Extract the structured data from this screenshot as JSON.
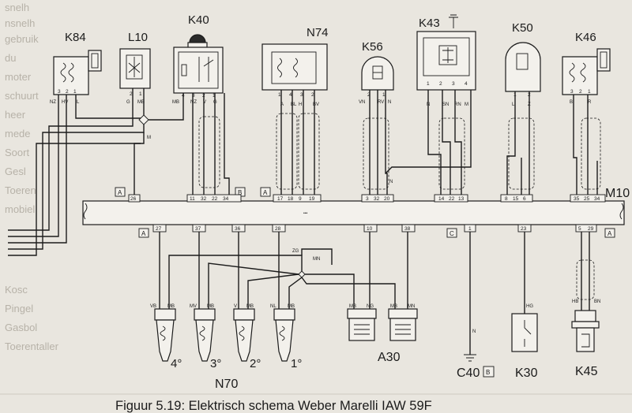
{
  "caption": "Figuur 5.19: Elektrisch schema Weber Marelli IAW 59F",
  "ecu": {
    "label": "M10",
    "top_pins": [
      "26",
      "11",
      "32",
      "22",
      "34",
      "17",
      "18",
      "9",
      "19",
      "3",
      "32",
      "20",
      "14",
      "22",
      "13",
      "8",
      "15",
      "6",
      "35",
      "25",
      "34"
    ],
    "bottom_pins": [
      "27",
      "37",
      "36",
      "28",
      "10",
      "38",
      "1",
      "23",
      "5",
      "29"
    ],
    "connector_letters": [
      "A",
      "B",
      "A",
      "A",
      "C",
      "A"
    ]
  },
  "components": {
    "k84": {
      "label": "K84",
      "pins": [
        "3",
        "2",
        "1"
      ],
      "wires": [
        "NZ",
        "HV",
        "L"
      ]
    },
    "l10": {
      "label": "L10",
      "pins": [
        "2",
        "1"
      ],
      "wires": [
        "G",
        "MB"
      ]
    },
    "k40": {
      "label": "K40",
      "pins": [
        "4",
        "3",
        "2",
        "1"
      ],
      "wires": [
        "MB",
        "NZ",
        "V",
        "G"
      ]
    },
    "n74": {
      "label": "N74",
      "pins": [
        "1",
        "4",
        "3",
        "2"
      ],
      "wires": [
        "A",
        "BL",
        "H",
        "BV"
      ]
    },
    "k56": {
      "label": "K56",
      "pins": [
        "2",
        "1"
      ],
      "wires": [
        "VN",
        "RV",
        "N"
      ]
    },
    "k43": {
      "label": "K43",
      "pins": [
        "1",
        "2",
        "3",
        "4"
      ],
      "wires": [
        "N",
        "SN",
        "RN",
        "M"
      ]
    },
    "k50": {
      "label": "K50",
      "pins": [
        "1",
        "2"
      ],
      "wires": [
        "L",
        "Z"
      ]
    },
    "k46": {
      "label": "K46",
      "pins": [
        "3",
        "2",
        "1"
      ],
      "wires": [
        "B",
        "R"
      ]
    },
    "n70": {
      "label": "N70",
      "injectors": [
        {
          "cyl": "4°",
          "wires": [
            "VB",
            "MB"
          ]
        },
        {
          "cyl": "3°",
          "wires": [
            "MV",
            "MB"
          ]
        },
        {
          "cyl": "2°",
          "wires": [
            "V",
            "MB"
          ]
        },
        {
          "cyl": "1°",
          "wires": [
            "NL",
            "MB"
          ]
        }
      ]
    },
    "a30": {
      "label": "A30",
      "wires": [
        "MB",
        "NG",
        "MB",
        "MN"
      ]
    },
    "c40": {
      "label": "C40",
      "connector": "B",
      "wire": "N"
    },
    "k30": {
      "label": "K30",
      "wire": "HG"
    },
    "k45": {
      "label": "K45",
      "wires": [
        "HB",
        "BN"
      ]
    }
  },
  "junction_labels": [
    "M",
    "N",
    "ZG",
    "MN"
  ],
  "bg_text": [
    "snelh",
    "nsnelh",
    "gebruik",
    "du",
    "moter",
    "schuurt",
    "heer",
    "mede",
    "Soort",
    "Gesl",
    "Toeren",
    "mobiel",
    "Kosc",
    "Pingel",
    "Gasbol",
    "Toerentaller"
  ]
}
